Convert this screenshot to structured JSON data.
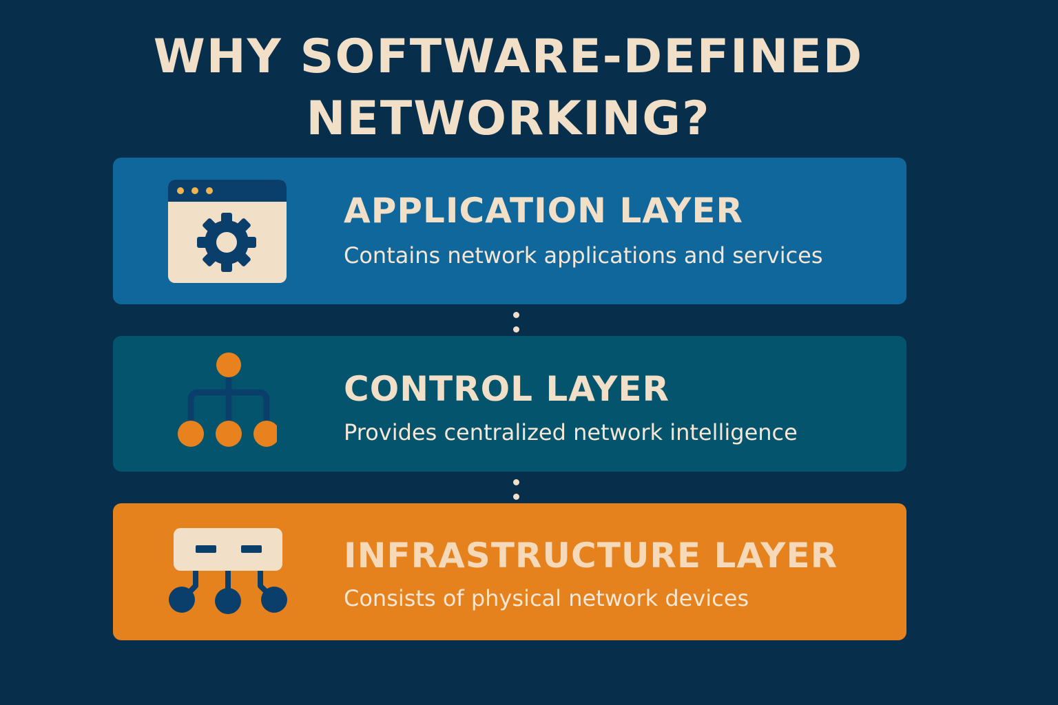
{
  "title": {
    "line1": "WHY SOFTWARE-DEFINED",
    "line2": "NETWORKING?"
  },
  "layers": [
    {
      "heading": "APPLICATION LAYER",
      "description": "Contains network applications and services",
      "icon": "app-window-gear-icon",
      "color": "#10679b"
    },
    {
      "heading": "CONTROL LAYER",
      "description": "Provides centralized network intelligence",
      "icon": "hierarchy-icon",
      "color": "#04546d"
    },
    {
      "heading": "INFRASTRUCTURE LAYER",
      "description": "Consists of physical network devices",
      "icon": "network-device-icon",
      "color": "#e5821d"
    }
  ],
  "colors": {
    "background": "#072f4c",
    "text": "#f1dfc8",
    "accent": "#e8821e",
    "navy": "#0b3f6b"
  }
}
